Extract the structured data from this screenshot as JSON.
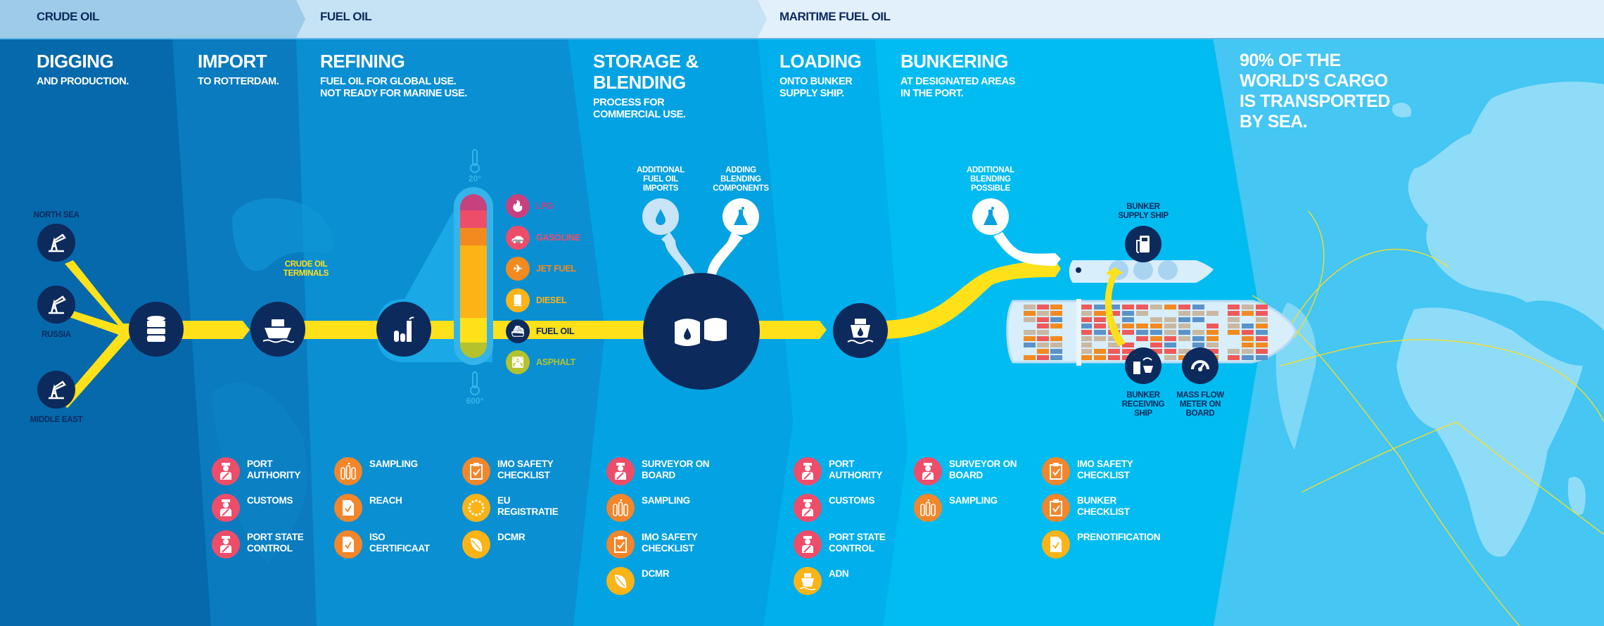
{
  "header": {
    "bands": [
      {
        "label": "CRUDE OIL"
      },
      {
        "label": "FUEL OIL"
      },
      {
        "label": "MARITIME FUEL OIL"
      }
    ]
  },
  "sections": [
    {
      "title": "DIGGING",
      "subtitle": "AND PRODUCTION."
    },
    {
      "title": "IMPORT",
      "subtitle": "TO ROTTERDAM."
    },
    {
      "title": "REFINING",
      "subtitle": "FUEL OIL FOR GLOBAL USE.\nNOT READY FOR MARINE USE."
    },
    {
      "title": "STORAGE &\nBLENDING",
      "subtitle": "PROCESS FOR\nCOMMERCIAL USE."
    },
    {
      "title": "LOADING",
      "subtitle": "ONTO BUNKER\nSUPPLY SHIP."
    },
    {
      "title": "BUNKERING",
      "subtitle": "AT DESIGNATED AREAS\nIN THE PORT."
    },
    {
      "title": "90% OF THE\nWORLD'S CARGO\nIS TRANSPORTED\nBY SEA.",
      "subtitle": ""
    }
  ],
  "sources": [
    {
      "label": "NORTH SEA",
      "icon": "oil-pump-icon"
    },
    {
      "label": "RUSSIA",
      "icon": "oil-pump-icon"
    },
    {
      "label": "MIDDLE EAST",
      "icon": "oil-pump-icon"
    }
  ],
  "import": {
    "terminals_label": "CRUDE OIL\nTERMINALS"
  },
  "refining": {
    "temp_top": "20°",
    "temp_bottom": "600°",
    "fractions": [
      {
        "label": "LPG",
        "color": "#c8417f",
        "icon": "flame-icon"
      },
      {
        "label": "GASOLINE",
        "color": "#ee4d6a",
        "icon": "car-icon"
      },
      {
        "label": "JET FUEL",
        "color": "#f28a1f",
        "icon": "plane-icon"
      },
      {
        "label": "DIESEL",
        "color": "#fbb316",
        "icon": "train-icon"
      },
      {
        "label": "FUEL OIL",
        "color": "#0d2a5c",
        "icon": "ship-icon"
      },
      {
        "label": "ASPHALT",
        "color": "#b5c22d",
        "icon": "road-icon"
      }
    ]
  },
  "storage": {
    "input_1": "ADDITIONAL\nFUEL OIL\nIMPORTS",
    "input_2": "ADDING\nBLENDING\nCOMPONENTS"
  },
  "bunkering": {
    "extra_blend": "ADDITIONAL\nBLENDING\nPOSSIBLE",
    "supply_ship": "BUNKER\nSUPPLY SHIP",
    "receiving_ship": "BUNKER\nRECEIVING\nSHIP",
    "flow_meter": "MASS FLOW\nMETER ON\nBOARD"
  },
  "colors": {
    "yellow": "#ffe11a",
    "navy": "#0d2a5c",
    "pink": "#ee4d6a",
    "orange": "#f3862b",
    "amber": "#fbb316"
  },
  "checklists": [
    {
      "items": [
        {
          "label": "PORT\nAUTHORITY",
          "icon": "officer",
          "color": "#ee4d6a"
        },
        {
          "label": "CUSTOMS",
          "icon": "officer",
          "color": "#ee4d6a"
        },
        {
          "label": "PORT STATE\nCONTROL",
          "icon": "officer",
          "color": "#ee4d6a"
        }
      ]
    },
    {
      "items": [
        {
          "label": "SAMPLING",
          "icon": "sampling",
          "color": "#f3862b"
        },
        {
          "label": "REACH",
          "icon": "document",
          "color": "#f3862b"
        },
        {
          "label": "ISO\nCERTIFICAAT",
          "icon": "document",
          "color": "#f3862b"
        }
      ]
    },
    {
      "items": [
        {
          "label": "IMO SAFETY\nCHECKLIST",
          "icon": "clipboard",
          "color": "#f3862b"
        },
        {
          "label": "EU\nREGISTRATIE",
          "icon": "eu-stars",
          "color": "#fbb316"
        },
        {
          "label": "DCMR",
          "icon": "leaf",
          "color": "#fbb316"
        }
      ]
    },
    {
      "items": [
        {
          "label": "SURVEYOR ON\nBOARD",
          "icon": "officer",
          "color": "#ee4d6a"
        },
        {
          "label": "SAMPLING",
          "icon": "sampling",
          "color": "#f3862b"
        },
        {
          "label": "IMO SAFETY\nCHECKLIST",
          "icon": "clipboard",
          "color": "#f3862b"
        },
        {
          "label": "DCMR",
          "icon": "leaf",
          "color": "#fbb316"
        }
      ]
    },
    {
      "items": [
        {
          "label": "PORT\nAUTHORITY",
          "icon": "officer",
          "color": "#ee4d6a"
        },
        {
          "label": "CUSTOMS",
          "icon": "officer",
          "color": "#ee4d6a"
        },
        {
          "label": "PORT STATE\nCONTROL",
          "icon": "officer",
          "color": "#ee4d6a"
        },
        {
          "label": "ADN",
          "icon": "adn-ship",
          "color": "#fbb316"
        }
      ]
    },
    {
      "items": [
        {
          "label": "SURVEYOR ON\nBOARD",
          "icon": "officer",
          "color": "#ee4d6a"
        },
        {
          "label": "SAMPLING",
          "icon": "sampling",
          "color": "#f3862b"
        }
      ]
    },
    {
      "items": [
        {
          "label": "IMO SAFETY\nCHECKLIST",
          "icon": "clipboard",
          "color": "#f3862b"
        },
        {
          "label": "BUNKER\nCHECKLIST",
          "icon": "clipboard",
          "color": "#f3862b"
        },
        {
          "label": "PRENOTIFICATION",
          "icon": "document",
          "color": "#fbb316"
        }
      ]
    }
  ]
}
